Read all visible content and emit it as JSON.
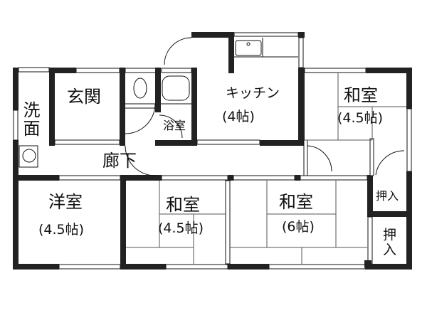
{
  "floor_plan": {
    "rooms": {
      "senmen": {
        "label": "洗面"
      },
      "genkan": {
        "label": "玄関"
      },
      "yokushitsu": {
        "label": "浴室"
      },
      "kitchen": {
        "label": "キッチン",
        "size": "(4帖)"
      },
      "washitsu_ne": {
        "label": "和室",
        "size": "(4.5帖)"
      },
      "rouka": {
        "label": "廊下"
      },
      "youshitsu": {
        "label": "洋室",
        "size": "(4.5帖)"
      },
      "washitsu_center": {
        "label": "和室",
        "size": "(4.5帖)"
      },
      "washitsu_6": {
        "label": "和室",
        "size": "(6帖)"
      },
      "oshiire_upper": {
        "label": "押入"
      },
      "oshiire_lower": {
        "label": "押入"
      }
    },
    "colors": {
      "wall": "#222222",
      "line": "#111111",
      "background": "#ffffff"
    }
  }
}
